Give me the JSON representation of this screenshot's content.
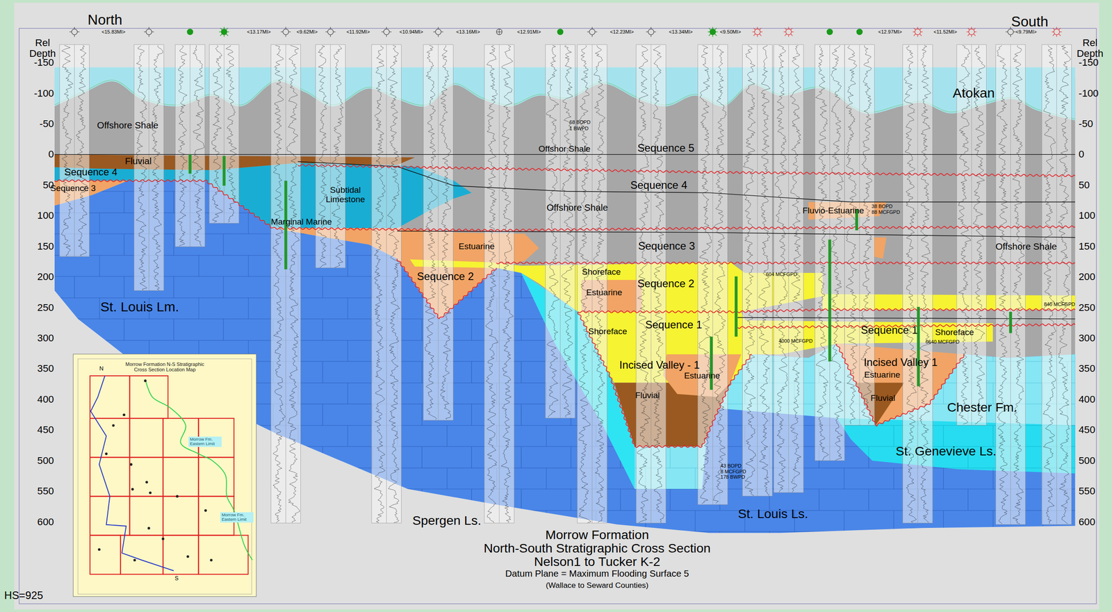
{
  "diagram": {
    "title": "Morrow Formation",
    "caption": "Datum Plane = Maximum Flooding Surface 5",
    "nodes": [
      {
        "text": [
          "Morrow Formation N-S Stratigraphic Cross Section Location Map"
        ]
      },
      {
        "text": [
          "Morrow Fm. Eastern Limit"
        ],
        "in": 0
      },
      {
        "text": [
          "Morrow Fm. Eastern Limit"
        ],
        "in": 0
      }
    ],
    "labels": [
      "North",
      "South",
      "Rel Depth",
      "Rel Depth",
      "-150",
      "-100",
      "-50",
      "0",
      "50",
      "100",
      "150",
      "200",
      "250",
      "300",
      "350",
      "400",
      "450",
      "500",
      "550",
      "600",
      "-150",
      "-100",
      "-50",
      "0",
      "50",
      "100",
      "150",
      "200",
      "250",
      "300",
      "350",
      "400",
      "450",
      "500",
      "550",
      "600",
      "<15.83MI>",
      "<13.17MI>",
      "<9.62MI>",
      "<11.92MI>",
      "<10.94MI>",
      "<13.16MI>",
      "<12.91MI>",
      "<12.23MI>",
      "<13.34MI>",
      "<9.50MI>",
      "<12.97MI>",
      "<11.52MI>",
      "<9.79MI>",
      "Atokan",
      "Offshore Shale",
      "Fluvial",
      "Sequence 4",
      "Sequence 3",
      "Subtidal Limestone",
      "Marginal Marine",
      "St. Louis Lm.",
      "Estuarine",
      "Sequence 2",
      "Offshor Shale",
      "Sequence 5",
      "Sequence 4",
      "Offshore Shale",
      "Shoreface",
      "Estuarine",
      "Sequence 3",
      "Sequence 2",
      "Shoreface",
      "Sequence 1",
      "Incised Valley - 1",
      "Estuarine",
      "Fluvial",
      "Fluvio-Estuarine",
      "Offshore Shale",
      "Sequence 1",
      "Shoreface",
      "Incised Valley 1",
      "Estuarine",
      "Fluvial",
      "Chester Fm.",
      "St. Genevieve Ls.",
      "Spergen Ls.",
      "St. Louis Ls.",
      "68 BOPD",
      "1 BWPD",
      "604 MCFGPD",
      "4000 MCFGPD",
      "38 BOPD",
      "88 MCFGPD",
      "6640 MCFGPD",
      "840 MCFGPD",
      "43 BOPD",
      "8 MCFGPD",
      "178 BWPD",
      "North-South Stratigraphic Cross Section",
      "Nelson1 to Tucker K-2",
      "(Wallace to Seward Counties)",
      "HS=925",
      "N",
      "S"
    ]
  }
}
